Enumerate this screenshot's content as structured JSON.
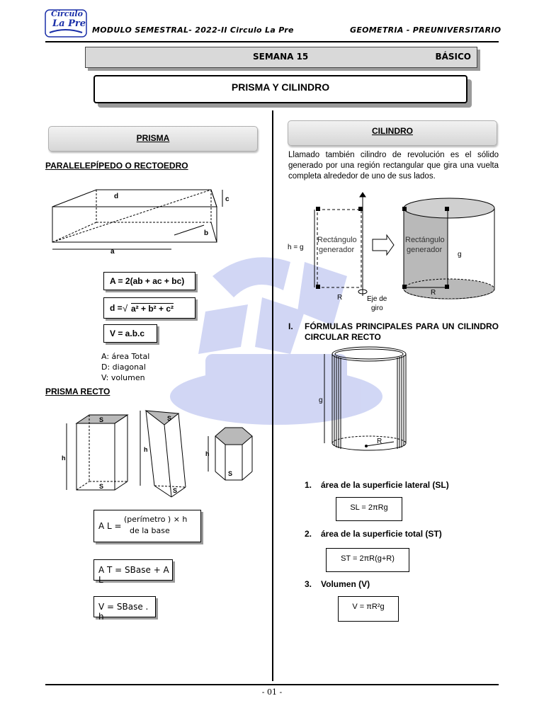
{
  "header": {
    "logo_line1": "Círculo",
    "logo_line2": "La Pre",
    "module": "MODULO SEMESTRAL- 2022-II Circulo La Pre",
    "course": "GEOMETRIA - PREUNIVERSITARIO"
  },
  "week_bar": {
    "week": "SEMANA 15",
    "level": "BÁSICO"
  },
  "title": "PRISMA Y CILINDRO",
  "left": {
    "section": "PRISMA",
    "paralelepipedo": {
      "heading": "PARALELEPÍPEDO O RECTOEDRO",
      "labels": {
        "d": "d",
        "c": "c",
        "b": "b",
        "a": "a"
      },
      "formula_area": "A = 2(ab + ac + bc)",
      "formula_diag_prefix": "d =",
      "formula_diag_rad": "a² + b² + c²",
      "formula_vol": "V = a.b.c",
      "legend": [
        "A: área Total",
        "D: diagonal",
        "V: volumen"
      ]
    },
    "prisma_recto": {
      "heading": "PRISMA RECTO",
      "labels": {
        "s": "S",
        "h": "h"
      },
      "formula_lateral_lhs": "A L =",
      "formula_lateral_num": "(perímetro ) × h",
      "formula_lateral_den": "de la base",
      "formula_total": "A T = SBase + A L",
      "formula_volume": "V = SBase . h"
    }
  },
  "right": {
    "section": "CILINDRO",
    "intro": "Llamado también cilindro de revolución es el sólido generado por una región rectangular que gira una vuelta completa alrededor de uno de sus lados.",
    "diagram": {
      "h_label": "h = g",
      "rect_label_1": "Rectángulo",
      "rect_label_2": "generador",
      "R": "R",
      "axis_1": "Eje de",
      "axis_2": "giro",
      "g": "g"
    },
    "formulas_heading_num": "I.",
    "formulas_heading": "FÓRMULAS PRINCIPALES PARA UN CILINDRO CIRCULAR RECTO",
    "cyl_labels": {
      "g": "g",
      "R": "R"
    },
    "items": [
      {
        "num": "1.",
        "label": "área de la superficie lateral (SL)",
        "formula": "SL = 2πRg"
      },
      {
        "num": "2.",
        "label": "área de la superficie total (ST)",
        "formula": "ST = 2πR(g+R)"
      },
      {
        "num": "3.",
        "label": "Volumen (V)",
        "formula": "V = πR²g"
      }
    ]
  },
  "footer": {
    "page": "- 01 -"
  },
  "colors": {
    "logo_blue": "#1a2fa8",
    "watermark": "#c9d0f3",
    "shade": "#b9b9b9"
  }
}
